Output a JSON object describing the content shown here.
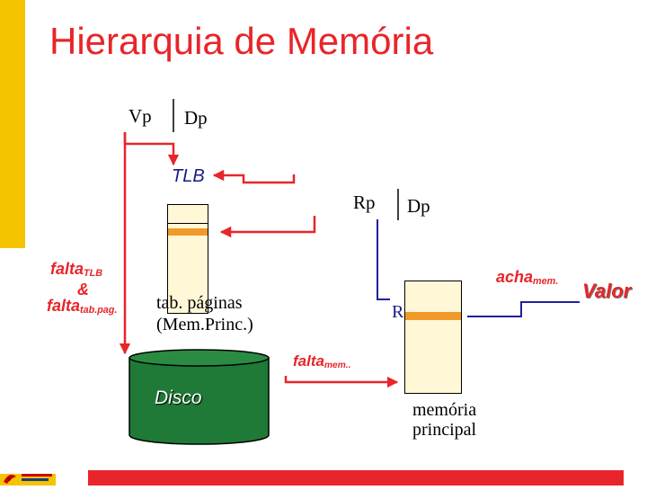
{
  "title": "Hierarquia de Memória",
  "virtual_address": {
    "page": "Vp",
    "offset": "Dp"
  },
  "tlb": {
    "label": "TLB"
  },
  "real_address_top": {
    "page": "Rp",
    "offset": "Dp"
  },
  "page_table": {
    "line1": "tab. páginas",
    "line2": "(Mem.Princ.)"
  },
  "fault_tlb": {
    "main": "falta",
    "sub": "TLB",
    "amp": "&",
    "main2": "falta",
    "sub2": "tab.pag."
  },
  "hit_mem": {
    "main": "acha",
    "sub": "mem."
  },
  "value_label": "Valor",
  "real_page_mid": "Rp",
  "fault_mem": {
    "main": "falta",
    "sub": "mem.."
  },
  "disk": {
    "label": "Disco"
  },
  "main_memory": {
    "line1": "memória",
    "line2": "principal"
  },
  "colors": {
    "title": "#e8252a",
    "accent_bar": "#f5c400",
    "arrow_red": "#e8252a",
    "line_blue": "#2020a0",
    "disk_green": "#1e7a36",
    "stripe_orange": "#f09a2a",
    "box_fill": "#fff7d6"
  }
}
